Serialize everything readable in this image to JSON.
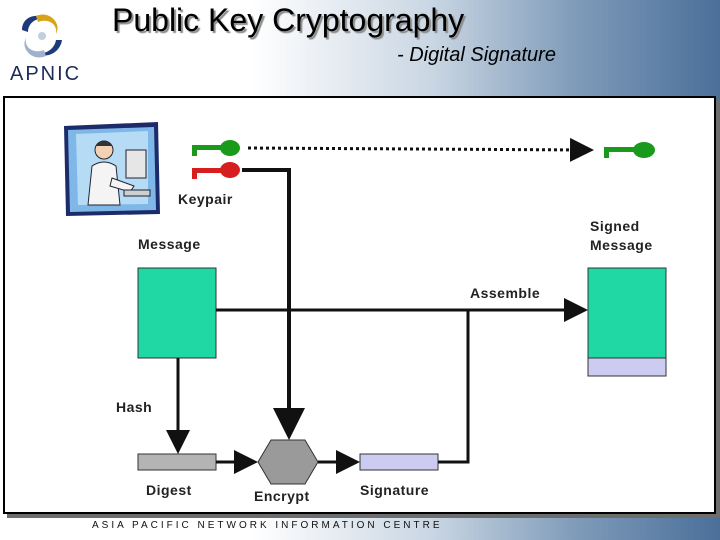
{
  "title": "Public Key Cryptography",
  "subtitle": "- Digital Signature",
  "logo_text": "APNIC",
  "footer": "ASIA PACIFIC NETWORK INFORMATION CENTRE",
  "labels": {
    "keypair": "Keypair",
    "message": "Message",
    "signed_line1": "Signed",
    "signed_line2": "Message",
    "assemble": "Assemble",
    "hash": "Hash",
    "digest": "Digest",
    "encrypt": "Encrypt",
    "signature": "Signature"
  },
  "colors": {
    "message": "#1fd8a4",
    "digest": "#b4b4b4",
    "encrypt": "#9a9a9a",
    "signature": "#ccccf2",
    "private_key": "#d61e1e",
    "public_key": "#1a9a1a"
  }
}
